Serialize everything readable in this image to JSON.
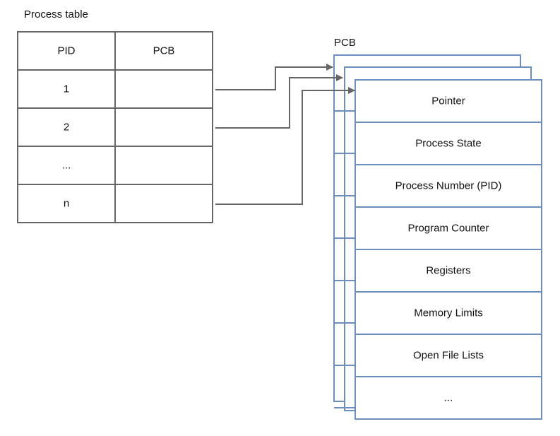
{
  "process_table": {
    "title": "Process table",
    "header": [
      "PID",
      "PCB"
    ],
    "rows": [
      {
        "pid": "1",
        "pcb": ""
      },
      {
        "pid": "2",
        "pcb": ""
      },
      {
        "pid": "...",
        "pcb": ""
      },
      {
        "pid": "n",
        "pcb": ""
      }
    ]
  },
  "pcb": {
    "label": "PCB",
    "fields": [
      "Pointer",
      "Process State",
      "Process Number (PID)",
      "Program Counter",
      "Registers",
      "Memory Limits",
      "Open File Lists",
      "..."
    ]
  },
  "colors": {
    "table_border": "#666666",
    "pcb_border": "#6c8ebf",
    "arrow": "#666666"
  }
}
